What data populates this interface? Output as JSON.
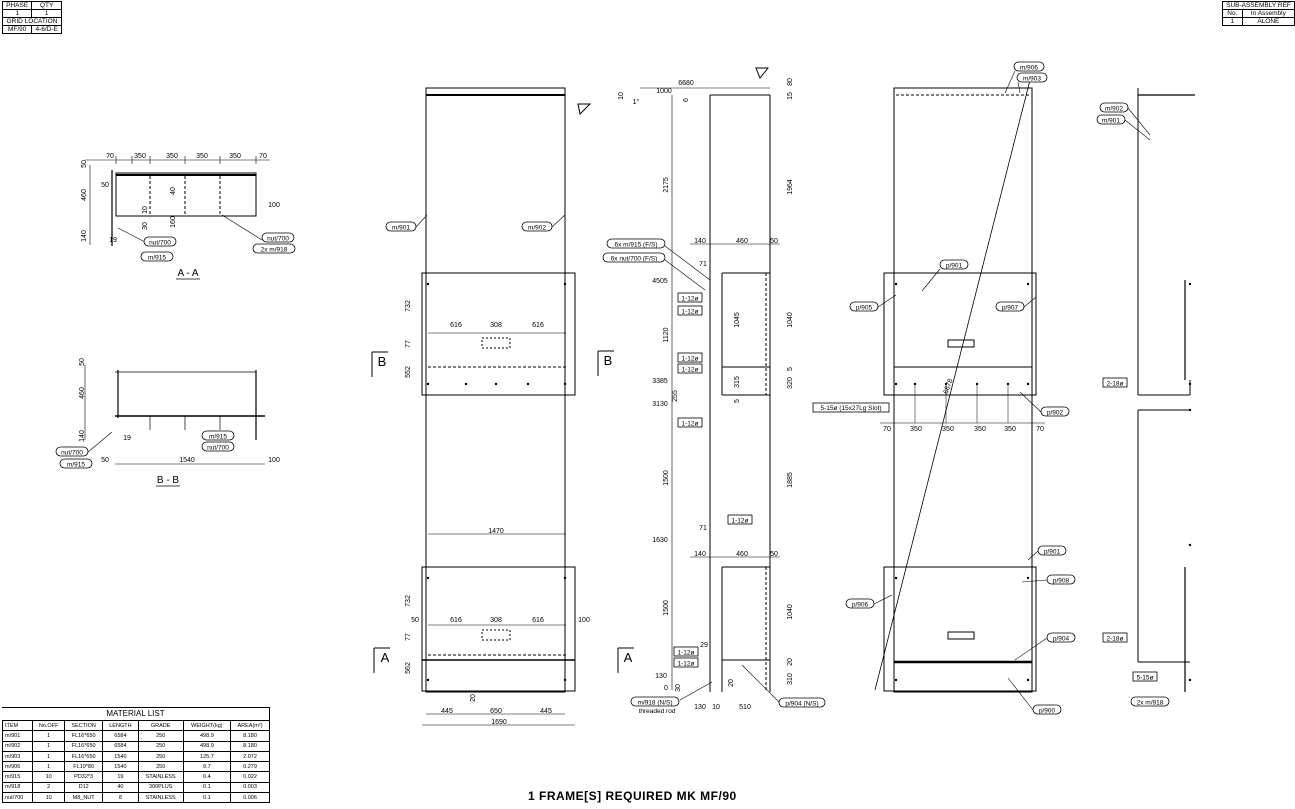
{
  "title_block_left": {
    "row1": [
      "PHASE",
      "QTY"
    ],
    "row2": [
      "1",
      "1"
    ],
    "row3": "GRID LOCATION",
    "row4": [
      "MF/90",
      "4-6/D-E"
    ]
  },
  "title_block_right": {
    "row1": "SUB-ASSEMBLY REF",
    "row2": [
      "No.",
      "In Assembly"
    ],
    "row3": [
      "1",
      "ALONE"
    ]
  },
  "section_labels": {
    "aa": "A - A",
    "bb": "B - B"
  },
  "markers": {
    "a": "A",
    "b": "B"
  },
  "dimensions": {
    "aa_top": [
      "70",
      "350",
      "350",
      "350",
      "350",
      "70"
    ],
    "aa_left": [
      "50",
      "460",
      "140"
    ],
    "aa_misc": [
      "50",
      "40",
      "10",
      "30",
      "160",
      "100",
      "19"
    ],
    "bb": [
      "50",
      "460",
      "140",
      "19",
      "50",
      "1540",
      "100"
    ],
    "front": [
      "732",
      "77",
      "552",
      "616",
      "308",
      "616",
      "1470",
      "732",
      "50",
      "616",
      "308",
      "616",
      "100",
      "77",
      "562",
      "20",
      "445",
      "650",
      "445",
      "1690"
    ],
    "side_left": [
      "6680",
      "1000",
      "10",
      "1°",
      "6",
      "2175",
      "4505",
      "1120",
      "3385",
      "255",
      "3130",
      "1500",
      "1630",
      "1500",
      "29",
      "130",
      "0",
      "30",
      "130",
      "10",
      "510",
      "20"
    ],
    "side_right": [
      "80",
      "15",
      "1964",
      "140",
      "460",
      "50",
      "71",
      "1045",
      "1040",
      "5",
      "320",
      "315",
      "5",
      "1885",
      "71",
      "140",
      "460",
      "50",
      "1040",
      "20",
      "310"
    ],
    "rear": [
      "70",
      "350",
      "350",
      "350",
      "350",
      "70",
      "6878"
    ]
  },
  "part_labels": {
    "aa": [
      "nut/700",
      "m/915",
      "nut/700",
      "2x m/918"
    ],
    "bb": [
      "m/915",
      "nut/700",
      "nut/700",
      "m/915"
    ],
    "front": [
      "m/901",
      "m/902"
    ],
    "side": [
      "6x m/915 (F/S)",
      "6x nut/700 (F/S)",
      "1-12ø",
      "1-12ø",
      "1-12ø",
      "1-12ø",
      "1-12ø",
      "1-12ø",
      "1-12ø",
      "1-12ø",
      "m/918 (N/S)",
      "threaded rod",
      "p/904 (N/S)"
    ],
    "rear": [
      "m/906",
      "m/903",
      "p/901",
      "p/905",
      "p/907",
      "5-15ø (15x27Lg Slot)",
      "p/902",
      "p/901",
      "p/908",
      "p/906",
      "p/904",
      "p/900"
    ],
    "far": [
      "m/902",
      "m/901",
      "2-18ø",
      "2-18ø",
      "5-15ø",
      "2x m/918"
    ]
  },
  "material_list": {
    "title": "MATERIAL LIST",
    "columns": [
      "ITEM",
      "No.OFF",
      "SECTION",
      "LENGTH",
      "GRADE",
      "WEIGHT(kg)",
      "AREA(m²)"
    ],
    "rows": [
      [
        "m/901",
        "1",
        "FL16*650",
        "6584",
        "250",
        "498.9",
        "8.180"
      ],
      [
        "m/902",
        "1",
        "FL16*650",
        "6584",
        "250",
        "498.9",
        "8.180"
      ],
      [
        "m/903",
        "1",
        "FL16*650",
        "1540",
        "250",
        "125.7",
        "2.072"
      ],
      [
        "m/906",
        "1",
        "FL10*80",
        "1540",
        "250",
        "9.7",
        "0.279"
      ],
      [
        "m/915",
        "10",
        "PD32*3",
        "19",
        "STAINLESS",
        "0.4",
        "0.022"
      ],
      [
        "m/918",
        "2",
        "D12",
        "40",
        "300PLUS",
        "0.1",
        "0.003"
      ],
      [
        "nut/700",
        "10",
        "M8_NUT",
        "8",
        "STAINLESS",
        "0.1",
        "0.006"
      ]
    ]
  },
  "footer": "1  FRAME[S]  REQUIRED  MK MF/90"
}
